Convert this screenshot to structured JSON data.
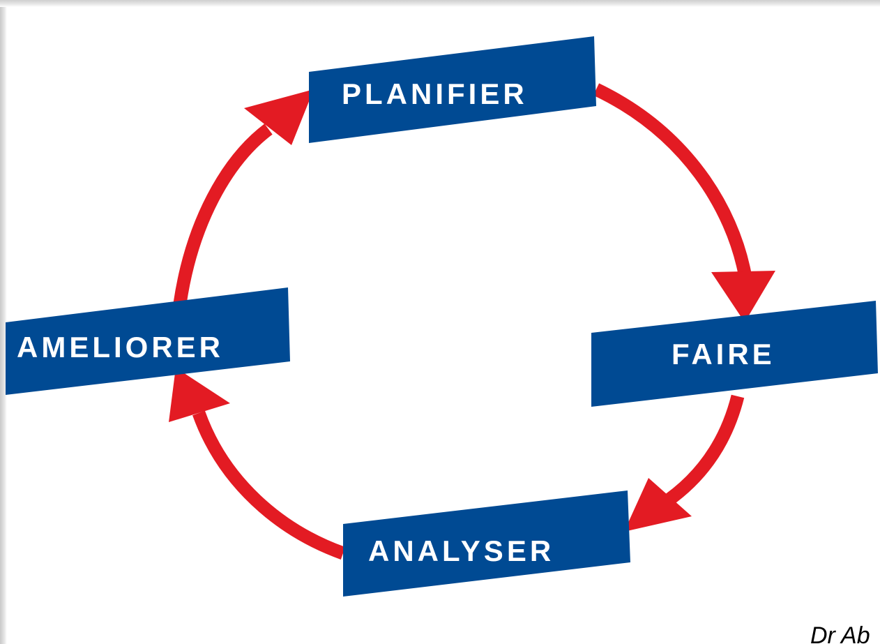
{
  "diagram": {
    "stages": [
      {
        "id": "plan",
        "label": "PLANIFIER"
      },
      {
        "id": "do",
        "label": "FAIRE"
      },
      {
        "id": "check",
        "label": "ANALYSER"
      },
      {
        "id": "act",
        "label": "AMELIORER"
      }
    ],
    "author": "Dr Ab"
  },
  "colors": {
    "box": "#004a93",
    "arrow": "#e31b23",
    "label_text": "#ffffff"
  }
}
